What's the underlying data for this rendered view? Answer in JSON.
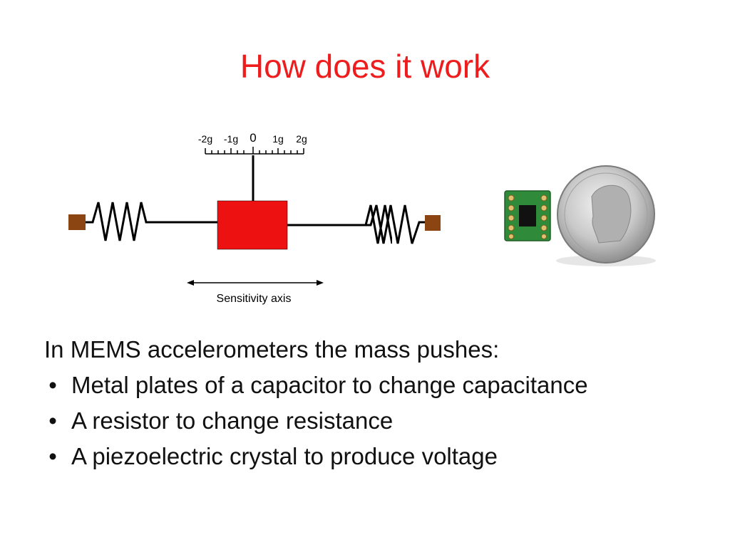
{
  "slide": {
    "title": "How does it work",
    "diagram": {
      "scale_labels": [
        "-2g",
        "-1g",
        "0",
        "1g",
        "2g"
      ],
      "axis_label": "Sensitivity axis",
      "colors": {
        "mass": "#ee1111",
        "anchor": "#8b4513",
        "line": "#000000"
      }
    },
    "photo": {
      "items": [
        "accelerometer-board",
        "coin"
      ]
    },
    "body": {
      "intro": "In MEMS accelerometers the mass pushes:",
      "bullet_char": "•",
      "bullets": [
        "Metal plates of a capacitor to change capacitance",
        "A resistor to change resistance",
        "A piezoelectric crystal to produce voltage"
      ]
    },
    "colors": {
      "title": "#ee1c1c",
      "text": "#111111",
      "background": "#ffffff"
    }
  }
}
